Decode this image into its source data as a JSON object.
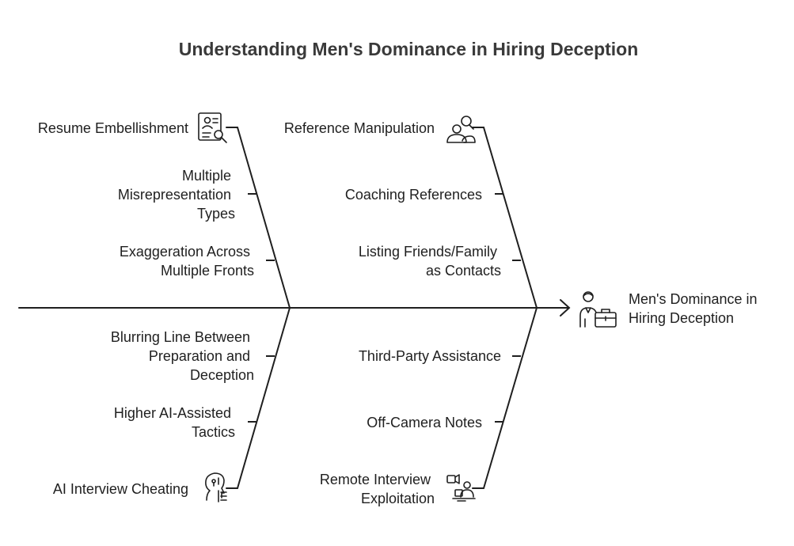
{
  "title": "Understanding Men's Dominance in Hiring Deception",
  "effect": {
    "lines": [
      "Men's Dominance in",
      "Hiring Deception"
    ],
    "icon": "businessman-briefcase-icon"
  },
  "categories": [
    {
      "id": "resume",
      "label": "Resume Embellishment",
      "icon": "resume-search-icon",
      "causes": [
        {
          "lines": [
            "Multiple",
            "Misrepresentation",
            "Types"
          ]
        },
        {
          "lines": [
            "Exaggeration Across",
            "Multiple Fronts"
          ]
        }
      ]
    },
    {
      "id": "reference",
      "label": "Reference Manipulation",
      "icon": "people-search-icon",
      "causes": [
        {
          "lines": [
            "Coaching References"
          ]
        },
        {
          "lines": [
            "Listing Friends/Family",
            "as Contacts"
          ]
        }
      ]
    },
    {
      "id": "ai",
      "label": "AI Interview Cheating",
      "icon": "ai-head-icon",
      "causes": [
        {
          "lines": [
            "Blurring Line Between",
            "Preparation and",
            "Deception"
          ]
        },
        {
          "lines": [
            "Higher AI-Assisted",
            "Tactics"
          ]
        }
      ]
    },
    {
      "id": "remote",
      "label": "Remote Interview Exploitation",
      "labelLines": [
        "Remote Interview",
        "Exploitation"
      ],
      "icon": "video-call-person-icon",
      "causes": [
        {
          "lines": [
            "Third-Party Assistance"
          ]
        },
        {
          "lines": [
            "Off-Camera Notes"
          ]
        }
      ]
    }
  ]
}
